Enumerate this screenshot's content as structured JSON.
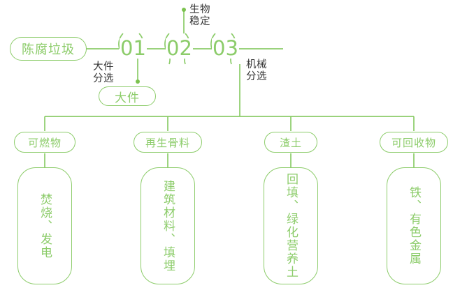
{
  "theme": {
    "line_color": "#8ccc6a",
    "accent_color": "#7cc24f",
    "text_dark": "#333333",
    "background": "#ffffff"
  },
  "diagram": {
    "type": "process-flow",
    "title_node": {
      "label": "陈腐垃圾"
    },
    "stages": [
      {
        "number": "01",
        "annotation": "大件\n分选",
        "output_pill": "大件"
      },
      {
        "number": "02",
        "annotation": "生物\n稳定",
        "output_pill": ""
      },
      {
        "number": "03",
        "annotation": "机械\n分选",
        "output_pill": ""
      }
    ],
    "stage_labels": {
      "s1_num": "01",
      "s2_num": "02",
      "s3_num": "03",
      "s1_annot_line1": "大件",
      "s1_annot_line2": "分选",
      "s2_annot_line1": "生物",
      "s2_annot_line2": "稳定",
      "s3_annot_line1": "机械",
      "s3_annot_line2": "分选",
      "s1_output": "大件"
    },
    "outputs": [
      {
        "category": "可燃物",
        "destination": "焚烧、发电"
      },
      {
        "category": "再生骨料",
        "destination": "建筑材料、填埋"
      },
      {
        "category": "渣土",
        "destination": "回填、绿化营养土"
      },
      {
        "category": "可回收物",
        "destination": "铁、有色金属"
      }
    ]
  }
}
